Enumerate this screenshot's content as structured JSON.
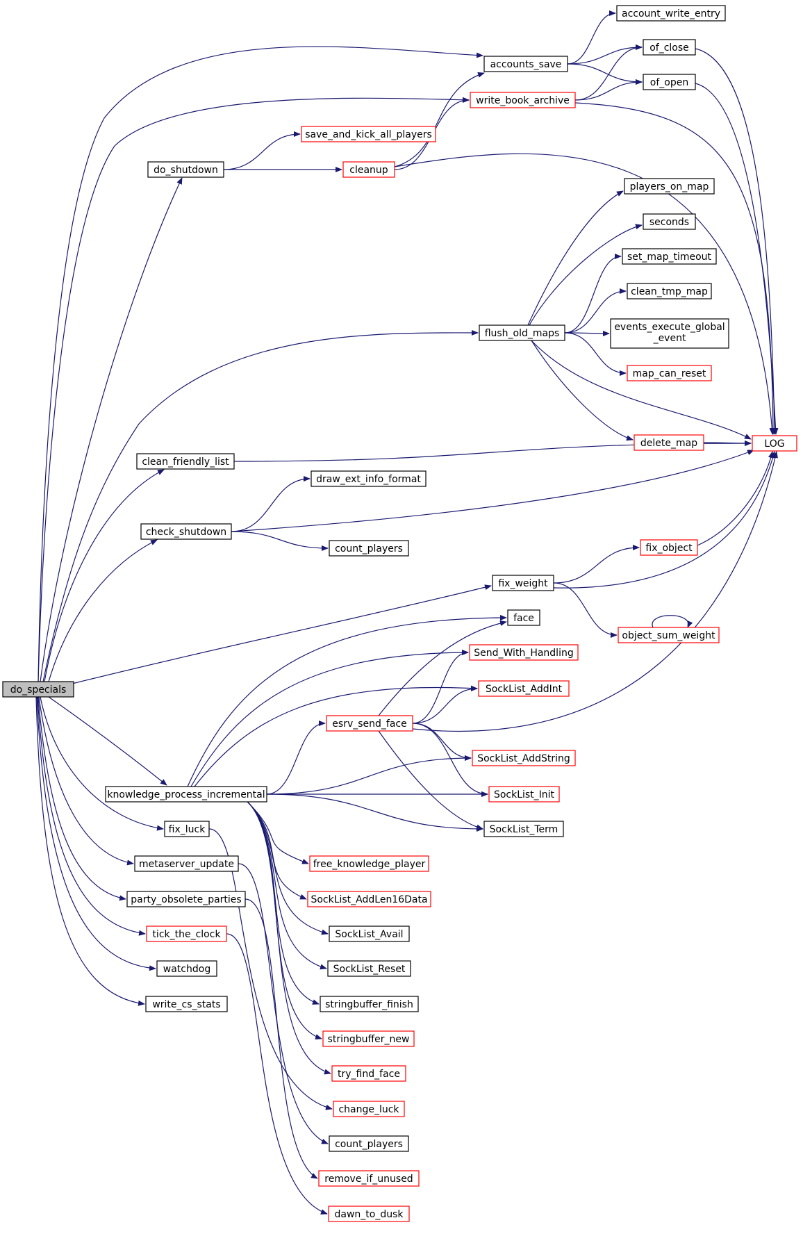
{
  "colors": {
    "edge": "#191970",
    "node_border_black": "#000000",
    "node_border_red": "#ff0000",
    "root_fill": "#bfbfbf",
    "node_fill": "#ffffff"
  },
  "nodes": [
    {
      "id": "do_specials",
      "lines": [
        "do_specials"
      ],
      "style": "root"
    },
    {
      "id": "accounts_save",
      "lines": [
        "accounts_save"
      ],
      "style": "black"
    },
    {
      "id": "account_write_entry",
      "lines": [
        "account_write_entry"
      ],
      "style": "black"
    },
    {
      "id": "of_close",
      "lines": [
        "of_close"
      ],
      "style": "black"
    },
    {
      "id": "of_open",
      "lines": [
        "of_open"
      ],
      "style": "black"
    },
    {
      "id": "write_book_archive",
      "lines": [
        "write_book_archive"
      ],
      "style": "red"
    },
    {
      "id": "save_and_kick_all_players",
      "lines": [
        "save_and_kick_all_players"
      ],
      "style": "red"
    },
    {
      "id": "do_shutdown",
      "lines": [
        "do_shutdown"
      ],
      "style": "black"
    },
    {
      "id": "cleanup",
      "lines": [
        "cleanup"
      ],
      "style": "red"
    },
    {
      "id": "players_on_map",
      "lines": [
        "players_on_map"
      ],
      "style": "black"
    },
    {
      "id": "seconds",
      "lines": [
        "seconds"
      ],
      "style": "black"
    },
    {
      "id": "set_map_timeout",
      "lines": [
        "set_map_timeout"
      ],
      "style": "black"
    },
    {
      "id": "clean_tmp_map",
      "lines": [
        "clean_tmp_map"
      ],
      "style": "black"
    },
    {
      "id": "flush_old_maps",
      "lines": [
        "flush_old_maps"
      ],
      "style": "black"
    },
    {
      "id": "events_execute_global_event",
      "lines": [
        "events_execute_global",
        "_event"
      ],
      "style": "black"
    },
    {
      "id": "map_can_reset",
      "lines": [
        "map_can_reset"
      ],
      "style": "red"
    },
    {
      "id": "delete_map",
      "lines": [
        "delete_map"
      ],
      "style": "red"
    },
    {
      "id": "LOG",
      "lines": [
        "LOG"
      ],
      "style": "red"
    },
    {
      "id": "clean_friendly_list",
      "lines": [
        "clean_friendly_list"
      ],
      "style": "black"
    },
    {
      "id": "draw_ext_info_format",
      "lines": [
        "draw_ext_info_format"
      ],
      "style": "black"
    },
    {
      "id": "check_shutdown",
      "lines": [
        "check_shutdown"
      ],
      "style": "black"
    },
    {
      "id": "count_players_1",
      "lines": [
        "count_players"
      ],
      "style": "black"
    },
    {
      "id": "fix_object",
      "lines": [
        "fix_object"
      ],
      "style": "red"
    },
    {
      "id": "fix_weight",
      "lines": [
        "fix_weight"
      ],
      "style": "black"
    },
    {
      "id": "face",
      "lines": [
        "face"
      ],
      "style": "black"
    },
    {
      "id": "object_sum_weight",
      "lines": [
        "object_sum_weight"
      ],
      "style": "red"
    },
    {
      "id": "Send_With_Handling",
      "lines": [
        "Send_With_Handling"
      ],
      "style": "red"
    },
    {
      "id": "SockList_AddInt",
      "lines": [
        "SockList_AddInt"
      ],
      "style": "red"
    },
    {
      "id": "esrv_send_face",
      "lines": [
        "esrv_send_face"
      ],
      "style": "red"
    },
    {
      "id": "SockList_AddString",
      "lines": [
        "SockList_AddString"
      ],
      "style": "red"
    },
    {
      "id": "knowledge_process_incremental",
      "lines": [
        "knowledge_process_incremental"
      ],
      "style": "black"
    },
    {
      "id": "SockList_Init",
      "lines": [
        "SockList_Init"
      ],
      "style": "red"
    },
    {
      "id": "fix_luck",
      "lines": [
        "fix_luck"
      ],
      "style": "black"
    },
    {
      "id": "SockList_Term",
      "lines": [
        "SockList_Term"
      ],
      "style": "black"
    },
    {
      "id": "metaserver_update",
      "lines": [
        "metaserver_update"
      ],
      "style": "black"
    },
    {
      "id": "free_knowledge_player",
      "lines": [
        "free_knowledge_player"
      ],
      "style": "red"
    },
    {
      "id": "party_obsolete_parties",
      "lines": [
        "party_obsolete_parties"
      ],
      "style": "black"
    },
    {
      "id": "SockList_AddLen16Data",
      "lines": [
        "SockList_AddLen16Data"
      ],
      "style": "red"
    },
    {
      "id": "tick_the_clock",
      "lines": [
        "tick_the_clock"
      ],
      "style": "red"
    },
    {
      "id": "SockList_Avail",
      "lines": [
        "SockList_Avail"
      ],
      "style": "black"
    },
    {
      "id": "watchdog",
      "lines": [
        "watchdog"
      ],
      "style": "black"
    },
    {
      "id": "SockList_Reset",
      "lines": [
        "SockList_Reset"
      ],
      "style": "black"
    },
    {
      "id": "write_cs_stats",
      "lines": [
        "write_cs_stats"
      ],
      "style": "black"
    },
    {
      "id": "stringbuffer_finish",
      "lines": [
        "stringbuffer_finish"
      ],
      "style": "black"
    },
    {
      "id": "stringbuffer_new",
      "lines": [
        "stringbuffer_new"
      ],
      "style": "red"
    },
    {
      "id": "try_find_face",
      "lines": [
        "try_find_face"
      ],
      "style": "red"
    },
    {
      "id": "change_luck",
      "lines": [
        "change_luck"
      ],
      "style": "red"
    },
    {
      "id": "count_players_2",
      "lines": [
        "count_players"
      ],
      "style": "black"
    },
    {
      "id": "remove_if_unused",
      "lines": [
        "remove_if_unused"
      ],
      "style": "red"
    },
    {
      "id": "dawn_to_dusk",
      "lines": [
        "dawn_to_dusk"
      ],
      "style": "red"
    }
  ],
  "edges": [
    [
      "do_specials",
      "accounts_save"
    ],
    [
      "do_specials",
      "write_book_archive"
    ],
    [
      "do_specials",
      "do_shutdown"
    ],
    [
      "do_specials",
      "flush_old_maps"
    ],
    [
      "do_specials",
      "clean_friendly_list"
    ],
    [
      "do_specials",
      "check_shutdown"
    ],
    [
      "do_specials",
      "fix_weight"
    ],
    [
      "do_specials",
      "knowledge_process_incremental"
    ],
    [
      "do_specials",
      "fix_luck"
    ],
    [
      "do_specials",
      "metaserver_update"
    ],
    [
      "do_specials",
      "party_obsolete_parties"
    ],
    [
      "do_specials",
      "tick_the_clock"
    ],
    [
      "do_specials",
      "watchdog"
    ],
    [
      "do_specials",
      "write_cs_stats"
    ],
    [
      "accounts_save",
      "account_write_entry"
    ],
    [
      "accounts_save",
      "of_close"
    ],
    [
      "accounts_save",
      "of_open"
    ],
    [
      "write_book_archive",
      "of_close"
    ],
    [
      "write_book_archive",
      "of_open"
    ],
    [
      "write_book_archive",
      "LOG"
    ],
    [
      "of_close",
      "LOG"
    ],
    [
      "of_open",
      "LOG"
    ],
    [
      "do_shutdown",
      "save_and_kick_all_players"
    ],
    [
      "do_shutdown",
      "cleanup"
    ],
    [
      "cleanup",
      "accounts_save"
    ],
    [
      "cleanup",
      "write_book_archive"
    ],
    [
      "cleanup",
      "LOG"
    ],
    [
      "flush_old_maps",
      "players_on_map"
    ],
    [
      "flush_old_maps",
      "seconds"
    ],
    [
      "flush_old_maps",
      "set_map_timeout"
    ],
    [
      "flush_old_maps",
      "clean_tmp_map"
    ],
    [
      "flush_old_maps",
      "events_execute_global_event"
    ],
    [
      "flush_old_maps",
      "map_can_reset"
    ],
    [
      "flush_old_maps",
      "delete_map"
    ],
    [
      "flush_old_maps",
      "LOG"
    ],
    [
      "delete_map",
      "LOG"
    ],
    [
      "clean_friendly_list",
      "LOG"
    ],
    [
      "check_shutdown",
      "draw_ext_info_format"
    ],
    [
      "check_shutdown",
      "LOG"
    ],
    [
      "check_shutdown",
      "count_players_1"
    ],
    [
      "fix_weight",
      "fix_object"
    ],
    [
      "fix_weight",
      "LOG"
    ],
    [
      "fix_weight",
      "object_sum_weight"
    ],
    [
      "fix_object",
      "LOG"
    ],
    [
      "object_sum_weight",
      "object_sum_weight"
    ],
    [
      "knowledge_process_incremental",
      "face"
    ],
    [
      "knowledge_process_incremental",
      "Send_With_Handling"
    ],
    [
      "knowledge_process_incremental",
      "SockList_AddInt"
    ],
    [
      "knowledge_process_incremental",
      "esrv_send_face"
    ],
    [
      "knowledge_process_incremental",
      "SockList_AddString"
    ],
    [
      "knowledge_process_incremental",
      "SockList_Init"
    ],
    [
      "knowledge_process_incremental",
      "SockList_Term"
    ],
    [
      "knowledge_process_incremental",
      "free_knowledge_player"
    ],
    [
      "knowledge_process_incremental",
      "SockList_AddLen16Data"
    ],
    [
      "knowledge_process_incremental",
      "SockList_Avail"
    ],
    [
      "knowledge_process_incremental",
      "SockList_Reset"
    ],
    [
      "knowledge_process_incremental",
      "stringbuffer_finish"
    ],
    [
      "knowledge_process_incremental",
      "stringbuffer_new"
    ],
    [
      "knowledge_process_incremental",
      "try_find_face"
    ],
    [
      "esrv_send_face",
      "face"
    ],
    [
      "esrv_send_face",
      "Send_With_Handling"
    ],
    [
      "esrv_send_face",
      "SockList_AddInt"
    ],
    [
      "esrv_send_face",
      "SockList_AddString"
    ],
    [
      "esrv_send_face",
      "SockList_Init"
    ],
    [
      "esrv_send_face",
      "SockList_Term"
    ],
    [
      "esrv_send_face",
      "LOG"
    ],
    [
      "fix_luck",
      "change_luck"
    ],
    [
      "metaserver_update",
      "count_players_2"
    ],
    [
      "party_obsolete_parties",
      "remove_if_unused"
    ],
    [
      "tick_the_clock",
      "dawn_to_dusk"
    ]
  ]
}
